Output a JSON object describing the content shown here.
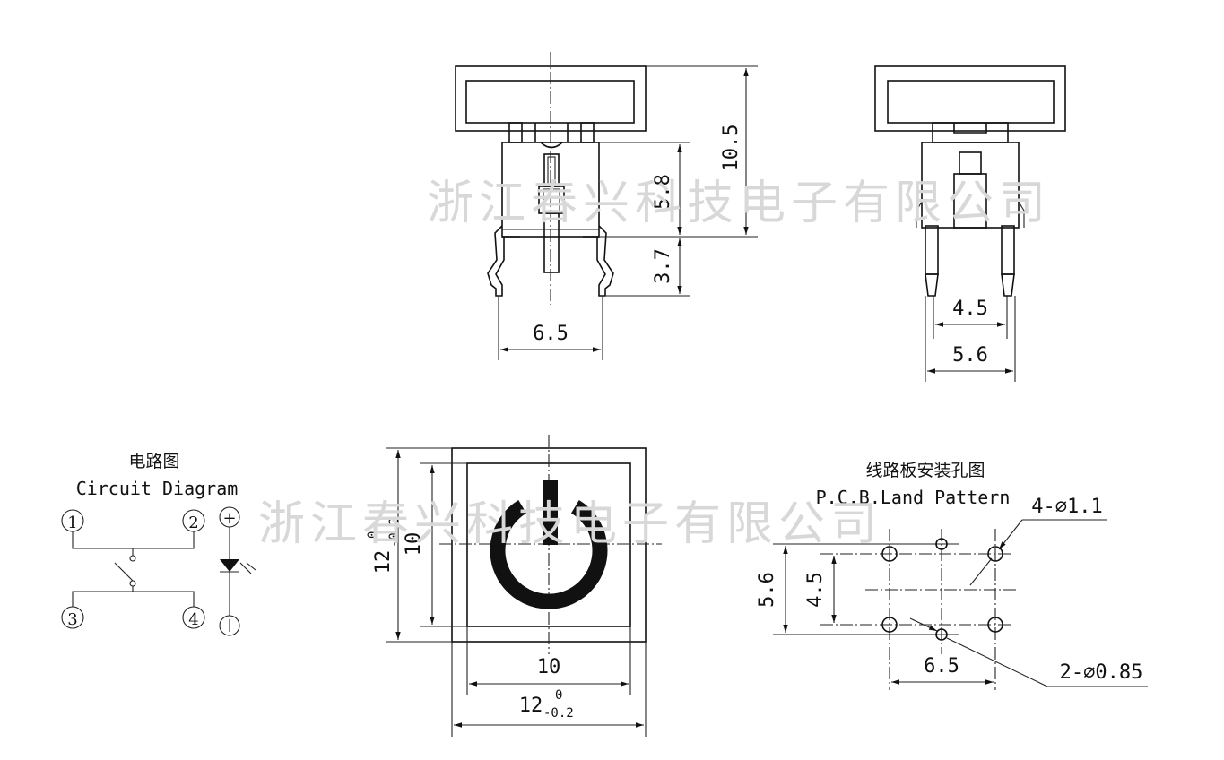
{
  "watermark": "浙江春兴科技电子有限公司",
  "front_view": {
    "dim_height_total": "10.5",
    "dim_body_height": "5.8",
    "dim_pin_length": "3.7",
    "dim_pin_spacing": "6.5"
  },
  "side_view": {
    "dim_pin_inner": "4.5",
    "dim_pin_outer": "5.6"
  },
  "circuit": {
    "title_cn": "电路图",
    "title_en": "Circuit Diagram",
    "pins": [
      "1",
      "2",
      "3",
      "4"
    ],
    "led_plus": "+",
    "led_minus": "-"
  },
  "top_view": {
    "dim_inner": "10",
    "dim_outer_main": "12",
    "tol_upper": "0",
    "tol_lower": "-0.2"
  },
  "pcb": {
    "title_cn": "线路板安装孔图",
    "title_en": "P.C.B.Land Pattern",
    "holes_large": "4-⌀1.1",
    "holes_small": "2-⌀0.85",
    "dim_h_outer": "5.6",
    "dim_h_inner": "4.5",
    "dim_w": "6.5"
  }
}
